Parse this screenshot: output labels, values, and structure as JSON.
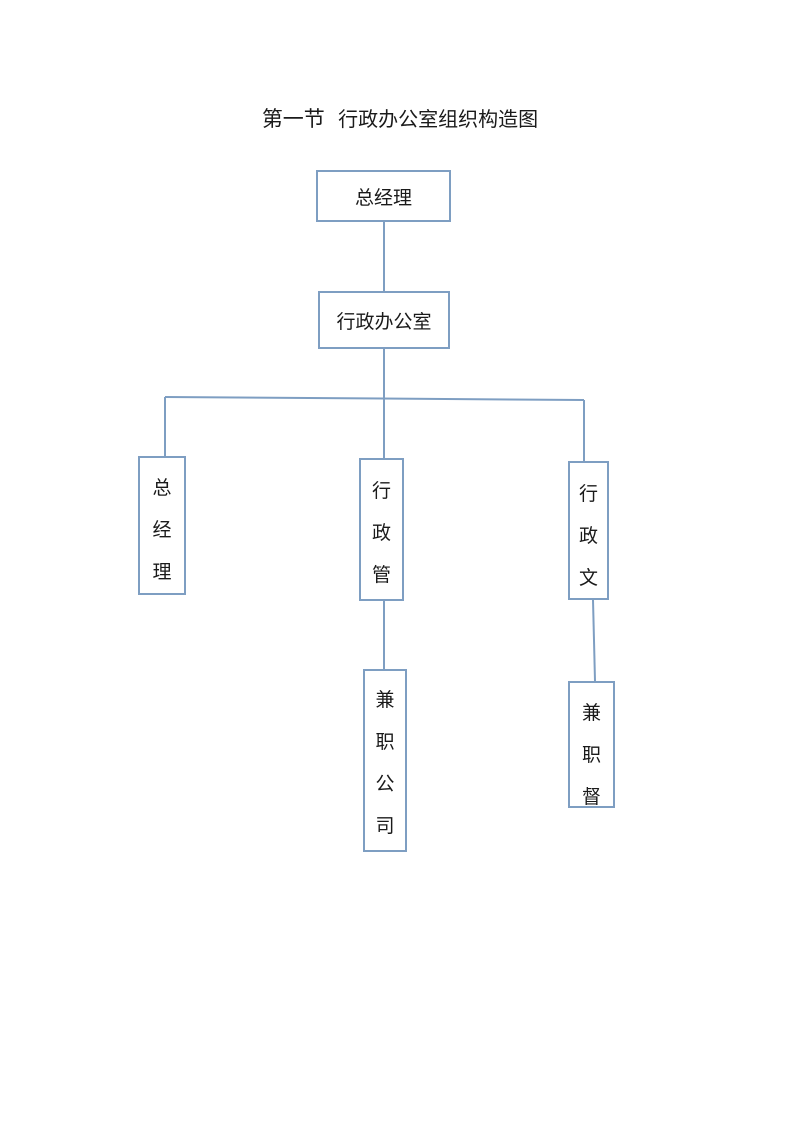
{
  "title": {
    "section": "第一节",
    "text": "行政办公室组织构造图"
  },
  "colors": {
    "line": "#7e9ec2",
    "text": "#1a1a1a"
  },
  "nodes": {
    "top": "总经理",
    "office": "行政办公室",
    "left": [
      "总",
      "经",
      "理"
    ],
    "middle": [
      "行",
      "政",
      "管"
    ],
    "right": [
      "行",
      "政",
      "文"
    ],
    "middle_child": [
      "兼",
      "职",
      "公",
      "司"
    ],
    "right_child": [
      "兼",
      "职",
      "督"
    ]
  }
}
